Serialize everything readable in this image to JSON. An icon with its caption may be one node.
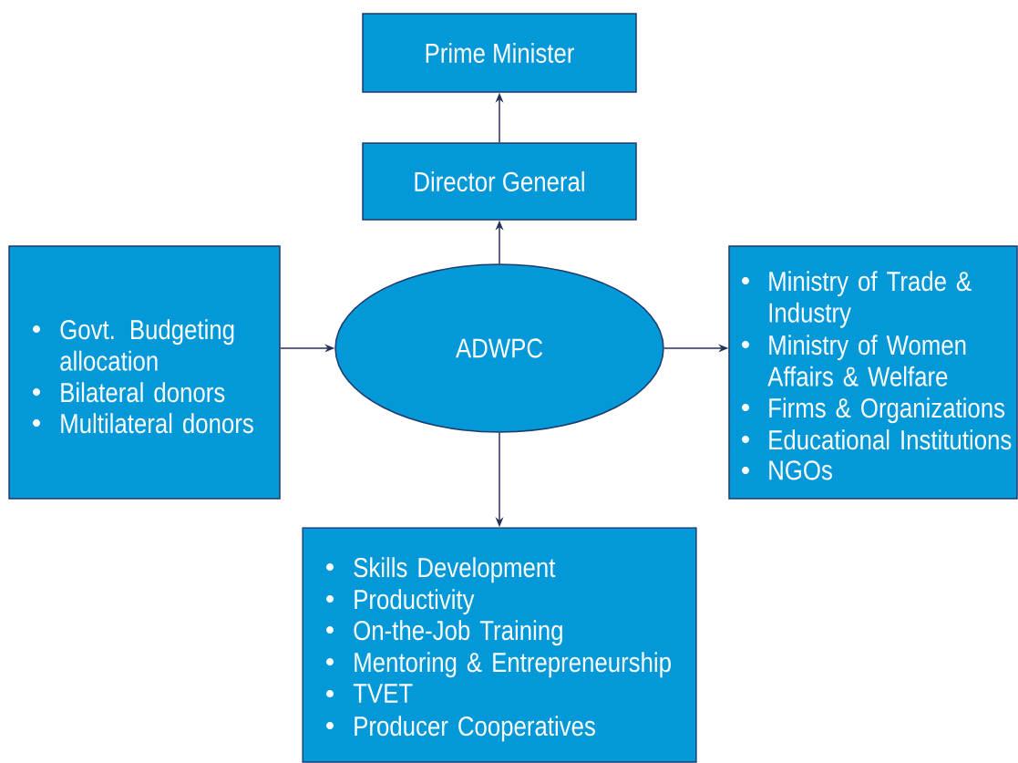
{
  "diagram": {
    "nodes": [
      {
        "text": [
          "Prime Minister"
        ]
      },
      {
        "text": [
          "Director General"
        ]
      },
      {
        "text": [
          "Govt. Budgeting allocation",
          "Bilateral donors",
          "Multilateral donors"
        ]
      },
      {
        "text": [
          "ADWPC"
        ]
      },
      {
        "text": [
          "Ministry of Trade & Industry",
          "Ministry of Women Affairs & Welfare",
          "Firms & Organizations",
          "Educational Institutions",
          "NGOs"
        ]
      },
      {
        "text": [
          "Skills Development",
          "Productivity",
          "On-the-Job Training",
          "Mentoring & Entrepreneurship",
          "TVET",
          "Producer Cooperatives"
        ]
      }
    ],
    "edges": [
      {
        "from": 3,
        "to": 1,
        "arrow": "to"
      },
      {
        "from": 1,
        "to": 0,
        "arrow": "to"
      },
      {
        "from": 2,
        "to": 3,
        "arrow": "to"
      },
      {
        "from": 3,
        "to": 4,
        "arrow": "to"
      },
      {
        "from": 3,
        "to": 5,
        "arrow": "to"
      }
    ]
  }
}
